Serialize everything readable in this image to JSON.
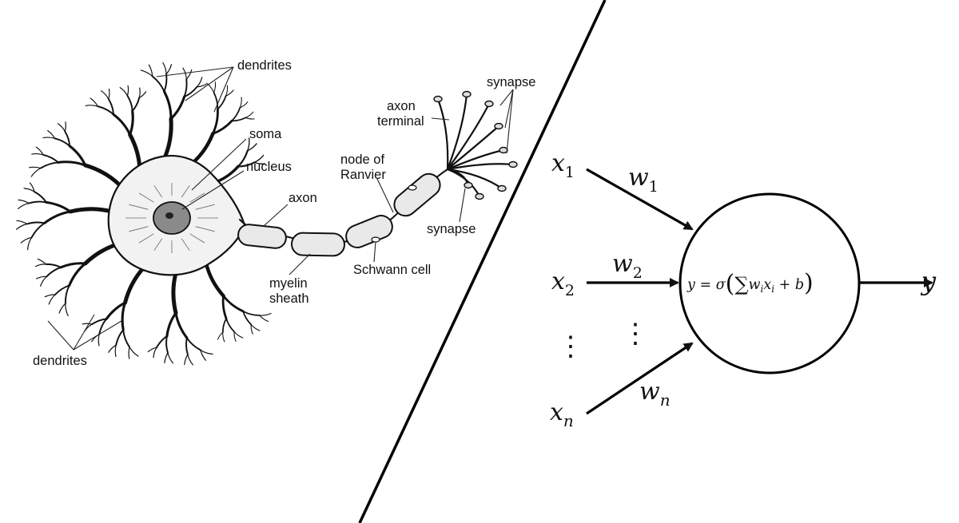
{
  "neuron": {
    "labels": {
      "dendrites_top": "dendrites",
      "soma": "soma",
      "nucleus": "nucleus",
      "axon": "axon",
      "node_of_ranvier_1": "node of",
      "node_of_ranvier_2": "Ranvier",
      "axon_terminal_1": "axon",
      "axon_terminal_2": "terminal",
      "synapse_top": "synapse",
      "synapse_bottom": "synapse",
      "schwann_cell": "Schwann cell",
      "myelin_sheath_1": "myelin",
      "myelin_sheath_2": "sheath",
      "dendrites_bottom": "dendrites"
    }
  },
  "perceptron": {
    "inputs": [
      {
        "base": "x",
        "sub": "1"
      },
      {
        "base": "x",
        "sub": "2"
      },
      {
        "base": "x",
        "sub": "n"
      }
    ],
    "weights": [
      {
        "base": "w",
        "sub": "1"
      },
      {
        "base": "w",
        "sub": "2"
      },
      {
        "base": "w",
        "sub": "n"
      }
    ],
    "vertical_ellipsis": "⋮",
    "formula": {
      "lhs": "y",
      "eq": " = ",
      "sigma": "σ",
      "sum": "∑",
      "w": "w",
      "wsub": "i",
      "x": "x",
      "xsub": "i",
      "plus": " + ",
      "b": "b"
    },
    "output": "y"
  },
  "colors": {
    "ink": "#111111",
    "background": "#ffffff",
    "soma_fill": "#f2f2f2",
    "myelin_fill": "#e9e9e9",
    "nucleus_fill": "#8a8a8a"
  }
}
